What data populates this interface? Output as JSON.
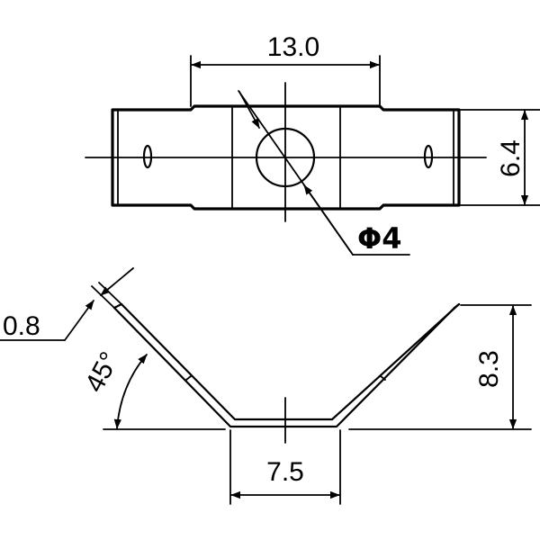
{
  "drawing": {
    "colors": {
      "line": "#000000",
      "background": "#ffffff"
    },
    "top_view": {
      "dim_length": "13.0",
      "dim_height": "6.4",
      "dim_hole": "Φ4"
    },
    "side_view": {
      "dim_thickness": "0.8",
      "dim_angle": "45°",
      "dim_depth": "8.3",
      "dim_bottom_width": "7.5"
    }
  }
}
